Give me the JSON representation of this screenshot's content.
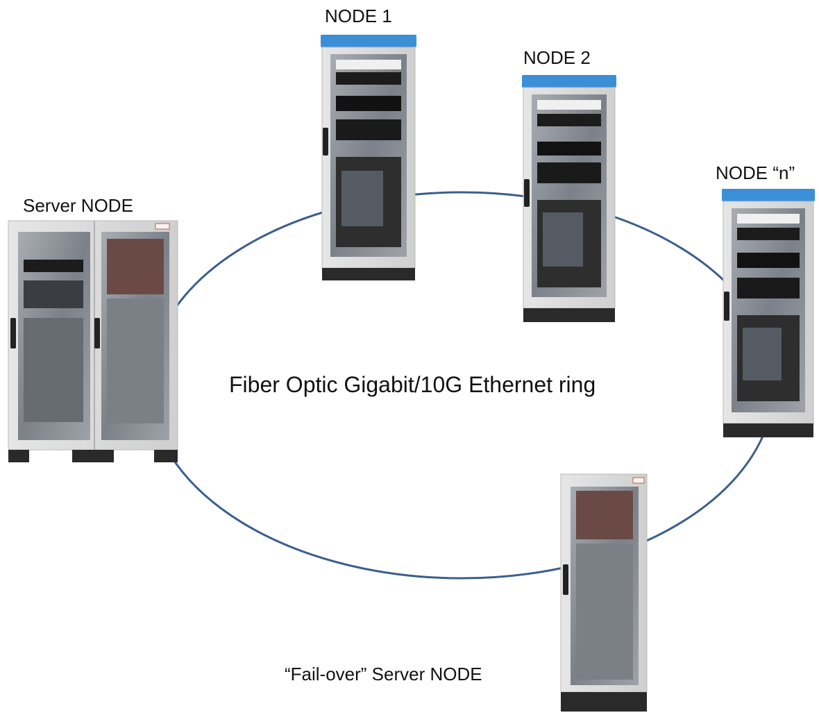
{
  "labels": {
    "node1": "NODE 1",
    "node2": "NODE 2",
    "node_n": "NODE “n”",
    "server": "Server NODE",
    "failover": "“Fail-over” Server NODE",
    "ring": "Fiber Optic Gigabit/10G Ethernet ring"
  },
  "colors": {
    "ring_line": "#3b5e8c",
    "cabinet_body": "#dcdcdc",
    "cabinet_top": "#3b8fd6",
    "glass": "#8a8f96",
    "base": "#2a2a2a",
    "equipment": "#1c1c1c"
  }
}
